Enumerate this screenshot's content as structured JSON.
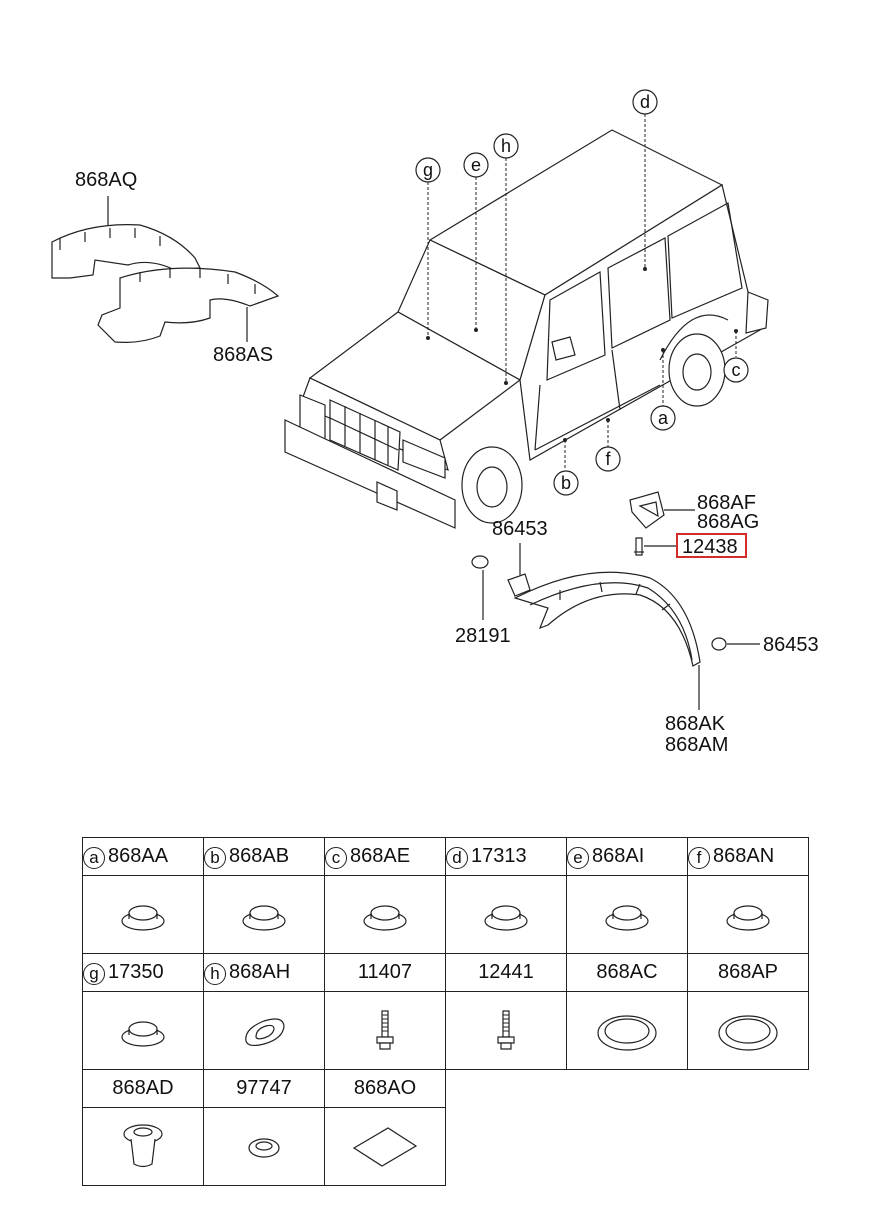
{
  "callouts": {
    "g": "g",
    "e": "e",
    "h": "h",
    "d": "d",
    "c": "c",
    "a": "a",
    "b": "b",
    "f": "f"
  },
  "labels": {
    "p868AQ": "868AQ",
    "p868AS": "868AS",
    "p868AF": "868AF",
    "p868AG": "868AG",
    "p12438": "12438",
    "p86453_top": "86453",
    "p28191": "28191",
    "p86453_right": "86453",
    "p868AK": "868AK",
    "p868AM": "868AM"
  },
  "highlight_color": "#d42b2b",
  "table": {
    "rows": [
      [
        {
          "letter": "a",
          "code": "868AA",
          "icon": "plug-icon"
        },
        {
          "letter": "b",
          "code": "868AB",
          "icon": "plug-icon"
        },
        {
          "letter": "c",
          "code": "868AE",
          "icon": "plug-icon"
        },
        {
          "letter": "d",
          "code": "17313",
          "icon": "plug-icon"
        },
        {
          "letter": "e",
          "code": "868AI",
          "icon": "plug-icon"
        },
        {
          "letter": "f",
          "code": "868AN",
          "icon": "plug-icon"
        }
      ],
      [
        {
          "letter": "g",
          "code": "17350",
          "icon": "plug-icon"
        },
        {
          "letter": "h",
          "code": "868AH",
          "icon": "oval-grommet-icon"
        },
        {
          "letter": "",
          "code": "11407",
          "icon": "bolt-icon"
        },
        {
          "letter": "",
          "code": "12441",
          "icon": "bolt-icon"
        },
        {
          "letter": "",
          "code": "868AC",
          "icon": "flat-grommet-icon"
        },
        {
          "letter": "",
          "code": "868AP",
          "icon": "flat-grommet-icon"
        }
      ],
      [
        {
          "letter": "",
          "code": "868AD",
          "icon": "push-clip-icon"
        },
        {
          "letter": "",
          "code": "97747",
          "icon": "small-grommet-icon"
        },
        {
          "letter": "",
          "code": "868AO",
          "icon": "pad-icon"
        }
      ]
    ]
  }
}
